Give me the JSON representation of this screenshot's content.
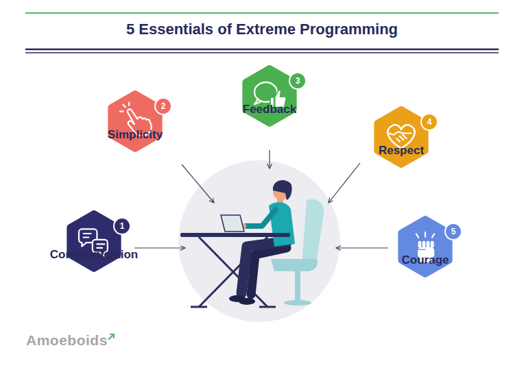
{
  "diagram": {
    "title": "5 Essentials of Extreme Programming",
    "nodes": [
      {
        "text": [
          "Communication"
        ]
      },
      {
        "text": [
          "Simplicity"
        ]
      },
      {
        "text": [
          "Feedback"
        ]
      },
      {
        "text": [
          "Respect"
        ]
      },
      {
        "text": [
          "Courage"
        ]
      }
    ],
    "labels": [
      "1",
      "2",
      "3",
      "4",
      "5",
      "Amoeboids"
    ]
  }
}
